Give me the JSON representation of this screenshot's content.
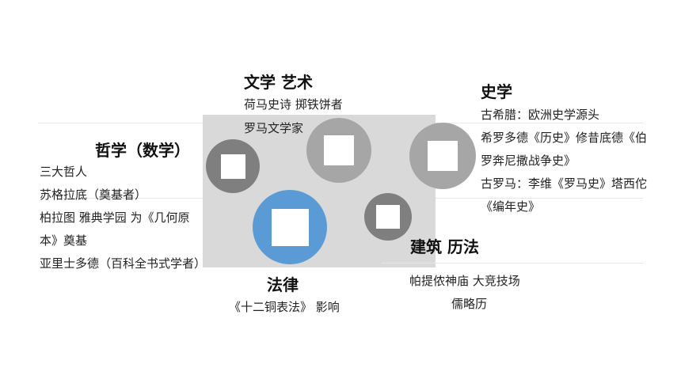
{
  "colors": {
    "panel": "#d9d9d9",
    "circle_dark": "#7f7f7f",
    "circle_light": "#a6a6a6",
    "circle_blue": "#5b9bd5"
  },
  "literature": {
    "title": "文学 艺术",
    "lines": [
      "荷马史诗 掷铁饼者",
      "罗马文学家"
    ]
  },
  "history": {
    "title": "史学",
    "lines": [
      "古希腊：欧洲史学源头",
      "希罗多德《历史》修昔底德《伯",
      "罗奔尼撒战争史》",
      "古罗马：李维《罗马史》塔西佗",
      "《编年史》"
    ]
  },
  "philosophy": {
    "title": "哲学（数学）",
    "lines": [
      "三大哲人",
      "苏格拉底（奠基者）",
      "柏拉图 雅典学园 为《几何原",
      "本》奠基",
      "亚里士多德（百科全书式学者）"
    ]
  },
  "architecture": {
    "title": "建筑 历法",
    "lines": [
      "帕提侬神庙  大竞技场",
      "儒略历"
    ]
  },
  "law": {
    "title": "法律",
    "lines": [
      "《十二铜表法》 影响"
    ]
  }
}
